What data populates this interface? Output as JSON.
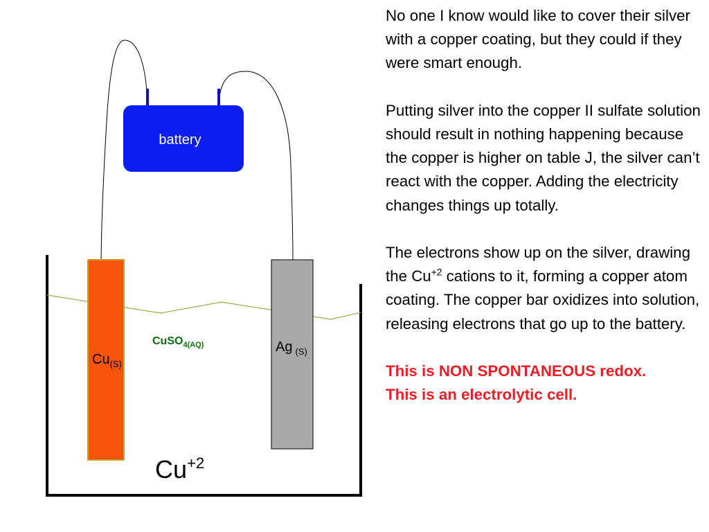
{
  "diagram": {
    "battery_label": "battery",
    "copper_electrode": {
      "label": "Cu",
      "subscript": "(S)"
    },
    "silver_electrode": {
      "label": "Ag",
      "subscript": "(S)"
    },
    "solution_label": {
      "formula": "CuSO",
      "subscript": "4(AQ)"
    },
    "ion_label": {
      "symbol": "Cu",
      "charge": "+2"
    },
    "colors": {
      "battery": "#0a1eef",
      "battery_terminal": "#1010c0",
      "copper": "#f9530b",
      "copper_border": "#c8a02a",
      "silver": "#a9a9a9",
      "solution_line": "#9aaa4a",
      "solution_label": "#0a6e0a",
      "red_text": "#ee1c24"
    }
  },
  "text": {
    "p1": "No one I know would like to cover their silver with a copper coating, but they could if they were smart enough.",
    "p2": "Putting silver into the copper II sulfate solution should result in nothing happening because the copper is higher on table J, the silver can’t react with the copper.  Adding the electricity changes things up totally.",
    "p3_before": "The electrons show up on the silver, drawing the Cu",
    "p3_sup": "+2",
    "p3_after": " cations to it, forming a copper atom coating.  The copper bar oxidizes into solution, releasing electrons that go up to the battery.",
    "red_line1": "This is NON SPONTANEOUS redox.",
    "red_line2": "This is an electrolytic cell."
  }
}
